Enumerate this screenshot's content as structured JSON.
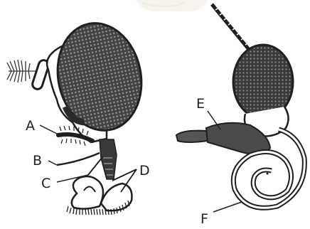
{
  "labels": {
    "A": "A",
    "B": "B",
    "C": "C",
    "D": "D",
    "E": "E",
    "F": "F"
  },
  "colors": {
    "ink": "#1f1f1f",
    "eye": "#3f3f3f",
    "paper": "#ffffff",
    "watermark": "#f3ead9"
  }
}
